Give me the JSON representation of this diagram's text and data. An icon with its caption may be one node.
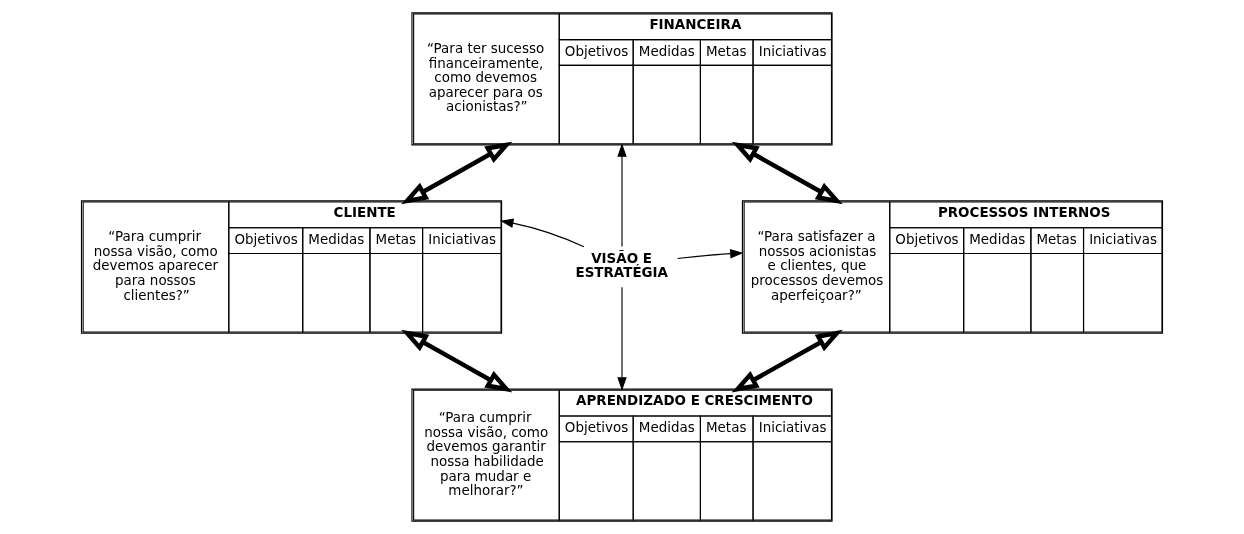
{
  "diagram": {
    "nodes": [
      {
        "text": [
          "“Para ter sucesso financeiramente, como devemos aparecer para os acionistas?”",
          "FINANCEIRA",
          "Objetivos",
          "Medidas",
          "Metas",
          "Iniciativas"
        ]
      },
      {
        "text": [
          "“Para cumprir nossa visão, como devemos aparecer para nossos clientes?”",
          "CLIENTE",
          "Objetivos",
          "Medidas",
          "Metas",
          "Iniciativas"
        ]
      },
      {
        "text": [
          "VISÃO E ESTRATÉGIA"
        ]
      },
      {
        "text": [
          "“Para satisfazer a nossos acionistas e clientes, que processos devemos aperfeiçoar?”",
          "PROCESSOS INTERNOS",
          "Objetivos",
          "Medidas",
          "Metas",
          "Iniciativas"
        ]
      },
      {
        "text": [
          "“Para cumprir nossa visão, como devemos garantir nossa habilidade para mudar e melhorar?”",
          "APRENDIZADO E CRESCIMENTO",
          "Objetivos",
          "Medidas",
          "Metas",
          "Iniciativas"
        ]
      }
    ],
    "edges": [
      {
        "from": 2,
        "to": 0,
        "arrow": "to"
      },
      {
        "from": 2,
        "to": 1,
        "arrow": "to"
      },
      {
        "from": 2,
        "to": 3,
        "arrow": "to"
      },
      {
        "from": 2,
        "to": 4,
        "arrow": "to"
      },
      {
        "from": 1,
        "to": 0,
        "arrow": "both",
        "style": "thick"
      },
      {
        "from": 0,
        "to": 3,
        "arrow": "both",
        "style": "thick"
      },
      {
        "from": 3,
        "to": 4,
        "arrow": "both",
        "style": "thick"
      },
      {
        "from": 4,
        "to": 1,
        "arrow": "both",
        "style": "thick"
      }
    ]
  }
}
